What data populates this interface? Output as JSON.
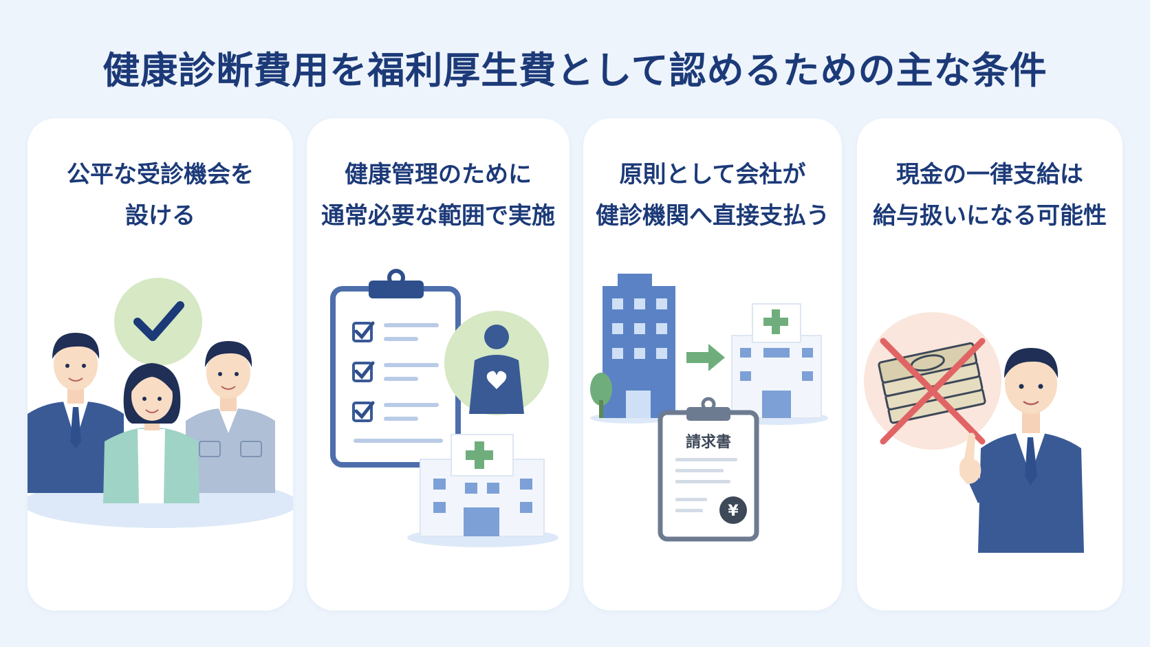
{
  "title": "健康診断費用を福利厚生費として認めるための主な条件",
  "cards": [
    {
      "line1": "公平な受診機会を",
      "line2": "設ける"
    },
    {
      "line1": "健康管理のために",
      "line2": "通常必要な範囲で実施"
    },
    {
      "line1": "原則として会社が",
      "line2": "健診機関へ直接支払う",
      "invoice_title": "請求書",
      "yen": "¥"
    },
    {
      "line1": "現金の一律支給は",
      "line2": "給与扱いになる可能性"
    }
  ],
  "colors": {
    "title": "#1c3a78",
    "navy_suit": "#3a5a96",
    "mint": "#9fd3c6",
    "light_green": "#d6e8c4",
    "green": "#6fae7c",
    "red_cross": "#e06464",
    "building_blue": "#5b82c4"
  }
}
